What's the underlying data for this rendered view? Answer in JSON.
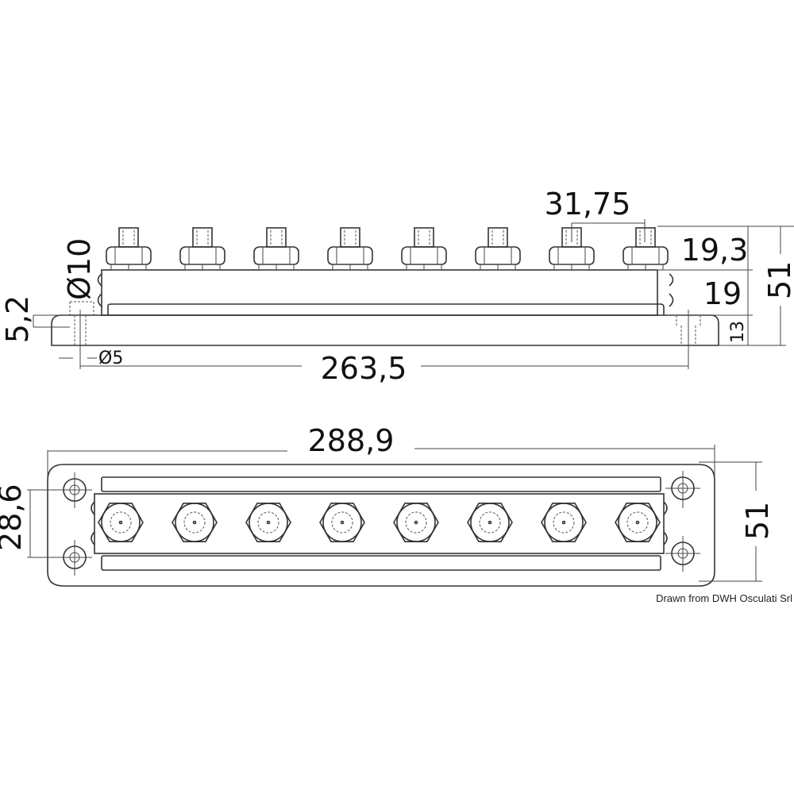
{
  "drawing": {
    "subject": "Bus bar with 8 terminal studs",
    "side_view": {
      "dimensions": {
        "stud_pitch": "31,75",
        "stud_height": "19,3",
        "bar_height": "19",
        "base_height": "13",
        "total_height": "51",
        "counterbore_diameter": "Ø10",
        "hole_diameter": "Ø5",
        "counterbore_depth": "5,2",
        "hole_spacing": "263,5"
      },
      "stud_count": 8
    },
    "top_view": {
      "dimensions": {
        "overall_length": "288,9",
        "overall_width": "51",
        "hole_spacing_width": "28,6"
      },
      "stud_count": 8,
      "mounting_holes": 4
    },
    "credit": "Drawn from DWH Osculati Srl"
  },
  "colors": {
    "line": "#333333",
    "text": "#111111",
    "background": "#ffffff"
  }
}
